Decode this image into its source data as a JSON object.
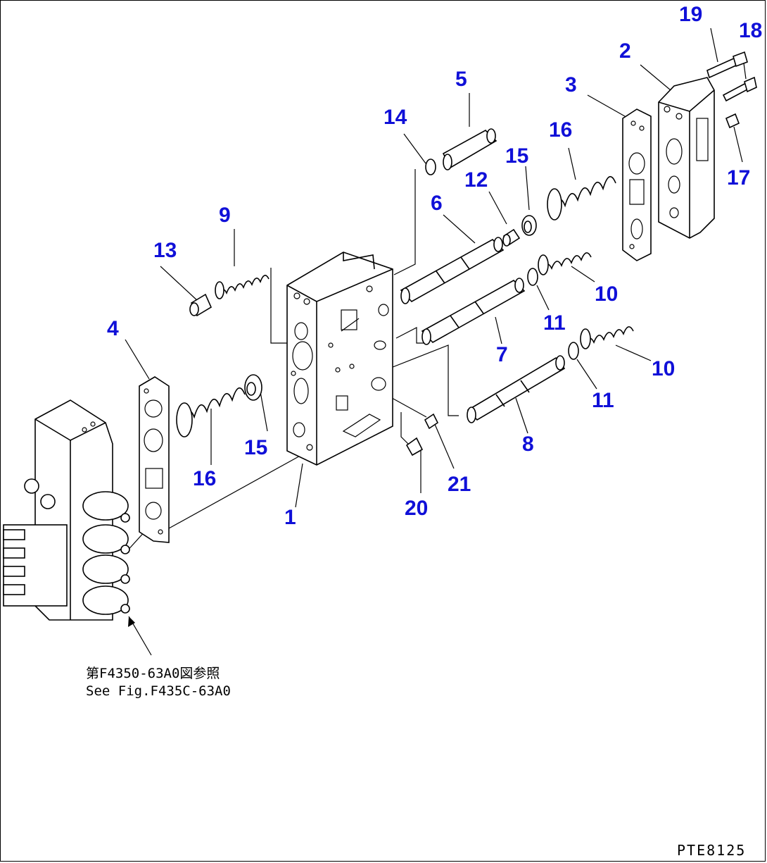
{
  "drawing_code": "PTE8125",
  "reference_note": {
    "line1": "第F4350-63A0図参照",
    "line2": "See Fig.F435C-63A0"
  },
  "callouts": {
    "c1": "1",
    "c2": "2",
    "c3": "3",
    "c4": "4",
    "c5": "5",
    "c6": "6",
    "c7": "7",
    "c8": "8",
    "c9": "9",
    "c10a": "10",
    "c10b": "10",
    "c11a": "11",
    "c11b": "11",
    "c12": "12",
    "c13": "13",
    "c14": "14",
    "c15a": "15",
    "c15b": "15",
    "c16a": "16",
    "c16b": "16",
    "c17": "17",
    "c18": "18",
    "c19": "19",
    "c20": "20",
    "c21": "21"
  },
  "colors": {
    "callout": "#1010d8",
    "line": "#000000",
    "background": "#ffffff"
  }
}
